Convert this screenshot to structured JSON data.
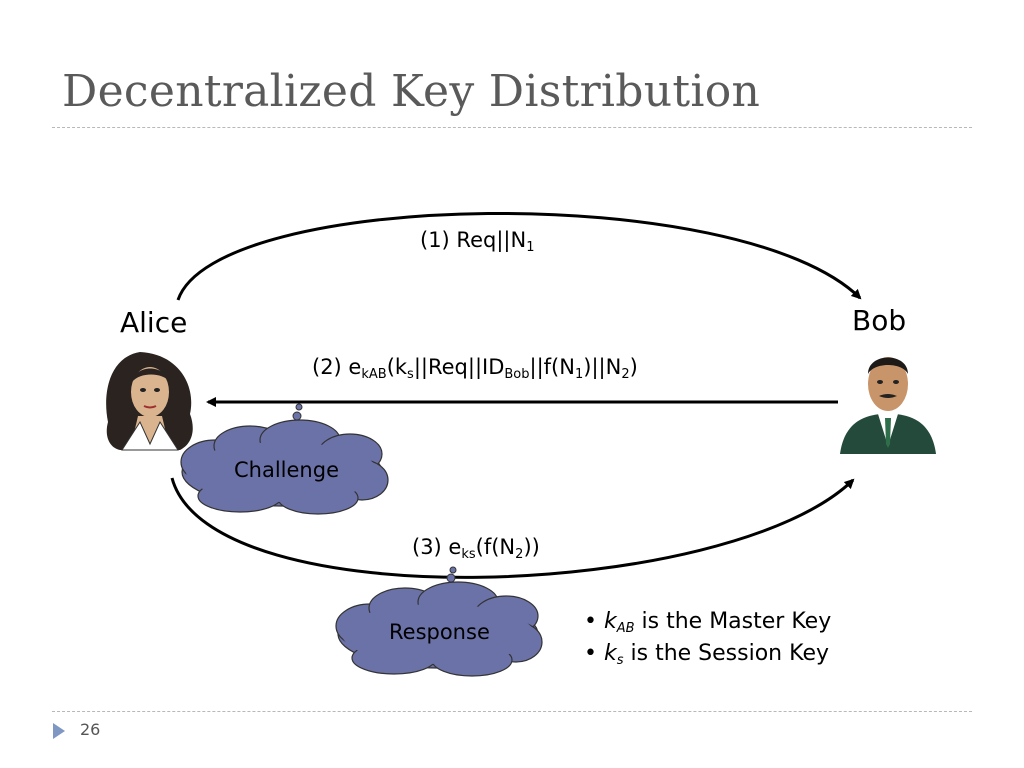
{
  "slide": {
    "title": "Decentralized Key Distribution",
    "page_number": "26"
  },
  "parties": {
    "alice": "Alice",
    "bob": "Bob"
  },
  "messages": {
    "m1": {
      "prefix": "(1) Req||N",
      "sub": "1"
    },
    "m2": {
      "p0": "(2) e",
      "s0": "kAB",
      "p1": "(k",
      "s1": "s",
      "p2": "||Req||ID",
      "s2": "Bob",
      "p3": "||f(N",
      "s3": "1",
      "p4": ")||N",
      "s4": "2",
      "p5": ")"
    },
    "m3": {
      "p0": "(3) e",
      "s0": "ks",
      "p1": "(f(N",
      "s1": "2",
      "p2": "))"
    }
  },
  "clouds": {
    "challenge": "Challenge",
    "response": "Response"
  },
  "notes": [
    {
      "bullet": "•",
      "var": "k",
      "sub": "AB",
      "text": " is the Master Key"
    },
    {
      "bullet": "•",
      "var": "k",
      "sub": "s",
      "text": " is the Session Key"
    }
  ],
  "colors": {
    "cloud_fill": "#6b72a8",
    "title": "#5a5a5a",
    "nav_triangle": "#7f97c3"
  }
}
